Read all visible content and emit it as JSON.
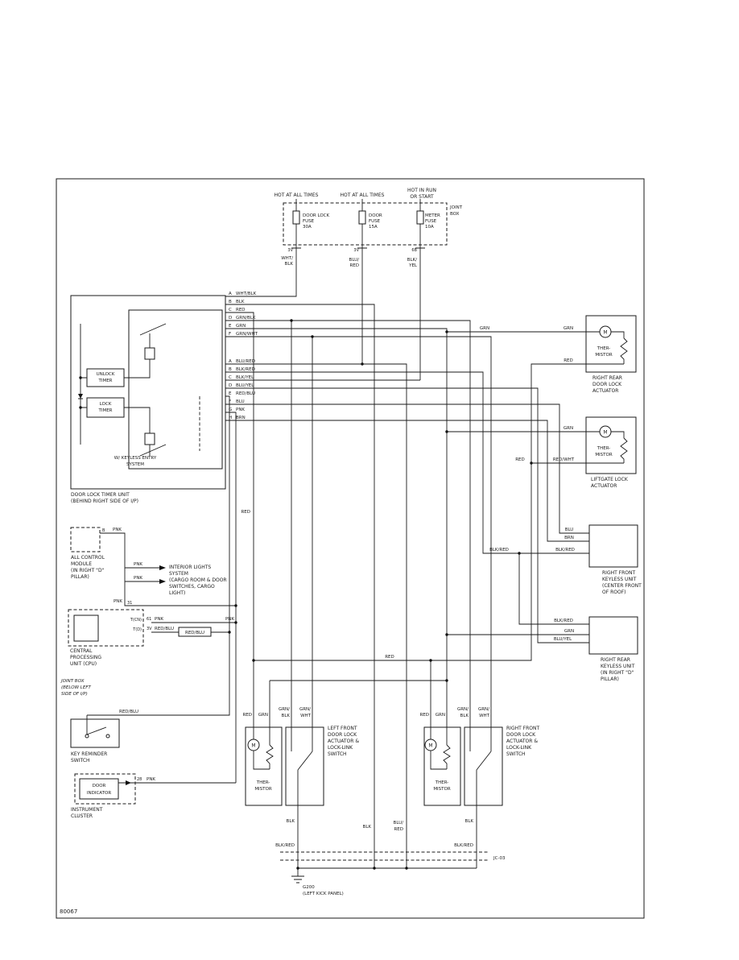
{
  "page_number": "80067",
  "power": {
    "hot1": "HOT AT ALL TIMES",
    "hot2": "HOT AT ALL TIMES",
    "hot3": [
      "HOT IN RUN",
      "OR START"
    ],
    "joint_box": [
      "JOINT",
      "BOX"
    ],
    "fuses": [
      [
        "DOOR LOCK",
        "FUSE",
        "30A"
      ],
      [
        "DOOR",
        "FUSE",
        "15A"
      ],
      [
        "METER",
        "FUSE",
        "10A"
      ]
    ],
    "pins": [
      "3V",
      "3V",
      "6B"
    ],
    "wires": [
      [
        "WHT/",
        "BLK"
      ],
      [
        "BLU/",
        "RED"
      ],
      [
        "BLK/",
        "YEL"
      ]
    ]
  },
  "timer": {
    "label": [
      "DOOR LOCK TIMER UNIT",
      "(BEHIND RIGHT SIDE OF I/P)"
    ],
    "unlock": [
      "UNLOCK",
      "TIMER"
    ],
    "lock": [
      "LOCK",
      "TIMER"
    ],
    "keyless": [
      "W/ KEYLESS ENTRY",
      "SYSTEM"
    ],
    "conn1": [
      {
        "pin": "A",
        "wire": "WHT/BLK"
      },
      {
        "pin": "B",
        "wire": "BLK"
      },
      {
        "pin": "C",
        "wire": "RED"
      },
      {
        "pin": "D",
        "wire": "GRN/BLK"
      },
      {
        "pin": "E",
        "wire": "GRN"
      },
      {
        "pin": "F",
        "wire": "GRN/WHT"
      }
    ],
    "conn2": [
      {
        "pin": "A",
        "wire": "BLU/RED"
      },
      {
        "pin": "B",
        "wire": "BLK/RED"
      },
      {
        "pin": "C",
        "wire": "BLK/YEL"
      },
      {
        "pin": "D",
        "wire": "BLU/YEL"
      },
      {
        "pin": "E",
        "wire": "RED/BLU"
      },
      {
        "pin": "F",
        "wire": "BLU"
      },
      {
        "pin": "G",
        "wire": "PNK"
      },
      {
        "pin": "H",
        "wire": "BRN"
      }
    ]
  },
  "rr_actuator": {
    "motor": "M",
    "thermistor": [
      "THER-",
      "MISTOR"
    ],
    "label": [
      "RIGHT REAR",
      "DOOR LOCK",
      "ACTUATOR"
    ],
    "grn_mid": "GRN",
    "grn": "GRN",
    "red": "RED"
  },
  "liftgate": {
    "motor": "M",
    "thermistor": [
      "THER-",
      "MISTOR"
    ],
    "label": [
      "LIFTGATE LOCK",
      "ACTUATOR"
    ],
    "grn": "GRN",
    "red": "RED",
    "redwht": "RED/WHT"
  },
  "rf_keyless": {
    "label": [
      "RIGHT FRONT",
      "KEYLESS UNIT",
      "(CENTER FRONT",
      "OF ROOF)"
    ],
    "blu": "BLU",
    "brn": "BRN",
    "blkred_left": "BLK/RED",
    "blkred": "BLK/RED"
  },
  "rr_keyless": {
    "label": [
      "RIGHT REAR",
      "KEYLESS UNIT",
      "(IN RIGHT \"D\"",
      "PILLAR)"
    ],
    "blkred": "BLK/RED",
    "grn": "GRN",
    "bluyel": "BLU/YEL"
  },
  "acm": {
    "label": [
      "ALL CONTROL",
      "MODULE",
      "(IN RIGHT \"D\"",
      "PILLAR)"
    ],
    "pin": "B",
    "wire": "PNK"
  },
  "interior": {
    "wire1": "PNK",
    "wire2": "PNK",
    "wire3": "PNK",
    "pin": "31",
    "label": [
      "INTERIOR LIGHTS",
      "SYSTEM",
      "(CARGO ROOM & DOOR",
      "SWITCHES, CARGO",
      "LIGHT)"
    ]
  },
  "cpu": {
    "pin1": "T(CN)",
    "pin2": "T(D)",
    "out1_pin": "61",
    "out1_wire": "PNK",
    "out1_wire2": "PNK",
    "out2_pin": "3V",
    "out2_wire": "RED/BLU",
    "junction": "RED/BLU",
    "label": [
      "CENTRAL",
      "PROCESSING",
      "UNIT (CPU)"
    ],
    "jointbox": [
      "JOINT BOX",
      "(BELOW LEFT",
      "SIDE OF I/P)"
    ]
  },
  "key_reminder": {
    "wire": "RED/BLU",
    "label": [
      "KEY REMINDER",
      "SWITCH"
    ]
  },
  "door_indicator": {
    "box": [
      "DOOR",
      "INDICATOR"
    ],
    "pin": "28",
    "wire": "PNK",
    "label": [
      "INSTRUMENT",
      "CLUSTER"
    ]
  },
  "lf_actuator": {
    "wires": [
      "RED",
      "GRN",
      [
        "GRN/",
        "BLK"
      ],
      [
        "GRN/",
        "WHT"
      ]
    ],
    "motor": "M",
    "thermistor": [
      "THER-",
      "MISTOR"
    ],
    "label": [
      "LEFT FRONT",
      "DOOR LOCK",
      "ACTUATOR &",
      "LOCK-LINK",
      "SWITCH"
    ]
  },
  "rf_actuator": {
    "wires": [
      "RED",
      "GRN",
      [
        "GRN/",
        "BLK"
      ],
      [
        "GRN/",
        "WHT"
      ]
    ],
    "motor": "M",
    "thermistor": [
      "THER-",
      "MISTOR"
    ],
    "label": [
      "RIGHT FRONT",
      "DOOR LOCK",
      "ACTUATOR &",
      "LOCK-LINK",
      "SWITCH"
    ]
  },
  "mid": {
    "red_vert": "RED",
    "red_horiz": "RED"
  },
  "ground_area": {
    "lf_blk": "BLK",
    "lf_blkred": "BLK/RED",
    "mid_blk": "BLK",
    "mid_blured": [
      "BLU/",
      "RED"
    ],
    "rf_blk": "BLK",
    "rf_blkred": "BLK/RED",
    "jc": "JC-03",
    "g200": "G200",
    "g200_loc": "(LEFT KICK PANEL)"
  }
}
